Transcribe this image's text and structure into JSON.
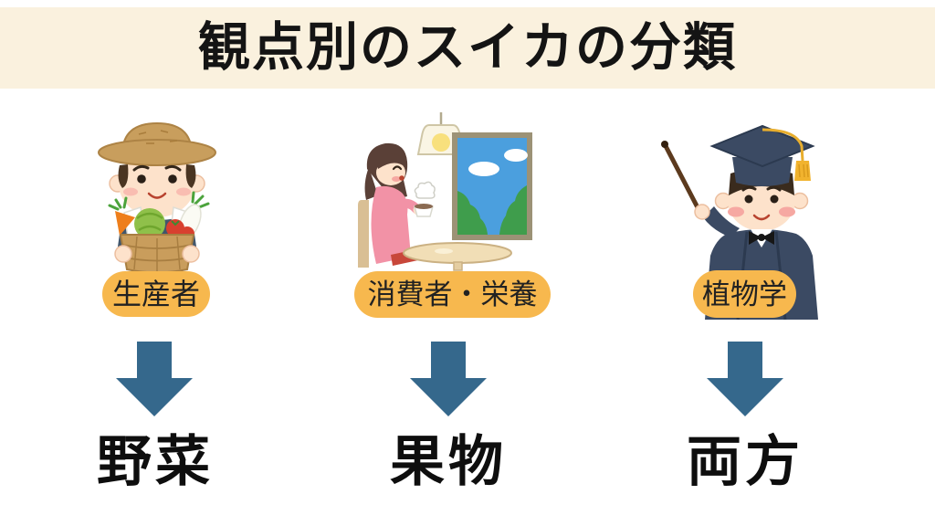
{
  "title": "観点別のスイカの分類",
  "colors": {
    "banner_bg": "#FAF1DE",
    "pill_bg": "#F7B84E",
    "arrow": "#35688C",
    "title_text": "#141414",
    "result_text": "#0E0E0E",
    "page_bg": "#FFFFFF"
  },
  "columns": [
    {
      "illustration": "farmer-with-vegetable-basket",
      "perspective": "生産者",
      "result": "野菜"
    },
    {
      "illustration": "woman-at-cafe-window",
      "perspective": "消費者・栄養",
      "result": "果物"
    },
    {
      "illustration": "scholar-graduate-with-pointer",
      "perspective": "植物学",
      "result": "両方"
    }
  ]
}
